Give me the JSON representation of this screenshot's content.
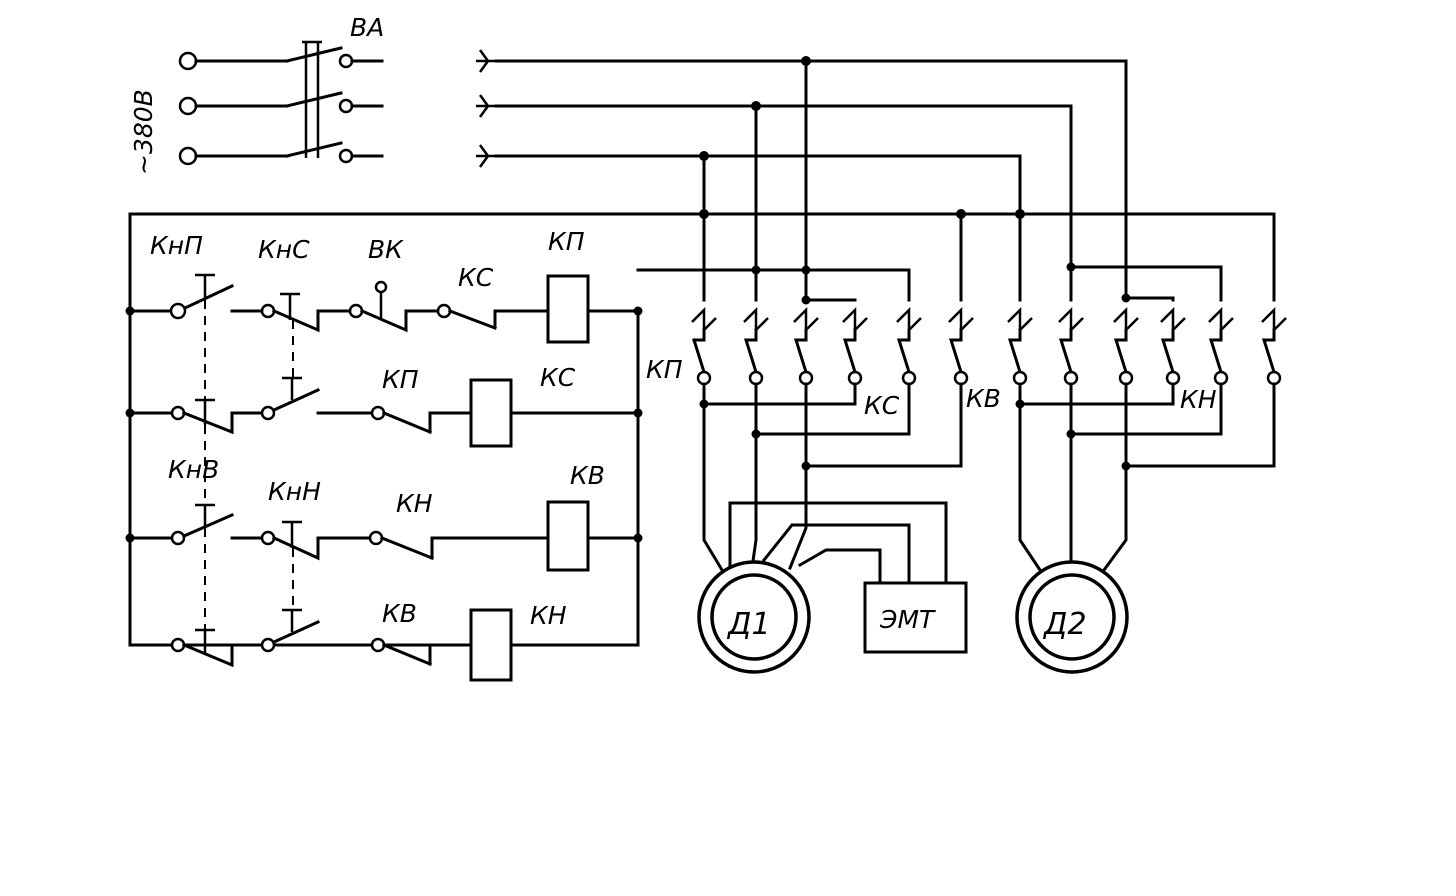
{
  "supply": {
    "voltage_label": "~380В"
  },
  "breaker": {
    "label": "ВА"
  },
  "control_labels": {
    "start_button": "КнП",
    "stop_button": "КнС",
    "limit_switch": "ВК",
    "up_button": "КнВ",
    "down_button": "КнН",
    "row1_contact": "КС",
    "row1_coil": "КП",
    "row2_contact": "КП",
    "row2_coil": "КС",
    "row3_contact": "КН",
    "row3_coil": "КВ",
    "row4_contact": "КВ",
    "row4_coil": "КН"
  },
  "power_labels": {
    "kp_contacts": "КП",
    "kc_contacts": "КС",
    "kv_contacts": "КВ",
    "kn_contacts": "КН"
  },
  "motors": {
    "d1": "Д1",
    "d2": "Д2",
    "brake": "ЭМТ"
  }
}
